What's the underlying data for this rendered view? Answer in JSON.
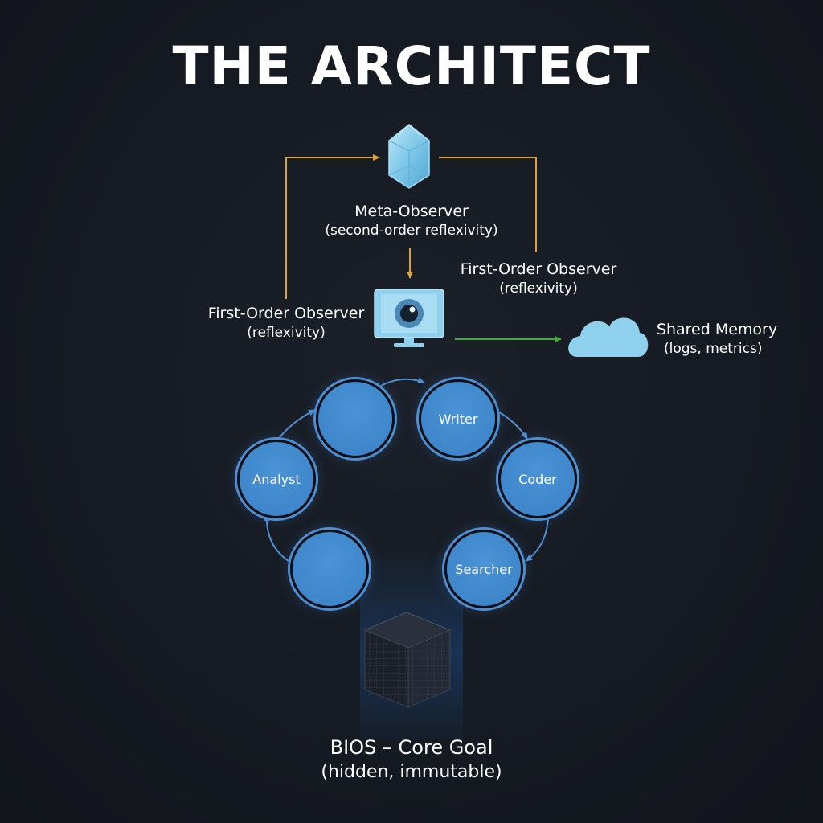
{
  "title": "THE ARCHITECT",
  "meta_observer": {
    "label": "Meta-Observer",
    "sub": "(second-order reflexivity)"
  },
  "first_order_right": {
    "label": "First-Order Observer",
    "sub": "(reflexivity)"
  },
  "first_order_left": {
    "label": "First-Order Observer",
    "sub": "(reflexivity)"
  },
  "shared_memory": {
    "label": "Shared Memory",
    "sub": "(logs, metrics)"
  },
  "agents": {
    "top_left": "",
    "writer": "Writer",
    "analyst": "Analyst",
    "coder": "Coder",
    "bottom_left": "",
    "searcher": "Searcher"
  },
  "bios": {
    "label": "BIOS – Core Goal",
    "sub": "(hidden, immutable)"
  },
  "icons": {
    "meta": "crystal-icon",
    "observer": "monitor-eye-icon",
    "memory": "cloud-icon",
    "bios": "cube-icon"
  },
  "colors": {
    "background": "#171b23",
    "feedback_arrow": "#d9a43a",
    "memory_arrow": "#3fae3f",
    "cycle_arrow": "#4f8fd1",
    "node_fill": "#4390d4",
    "crystal": "#7fc7e8",
    "cloud": "#8fd0ee"
  }
}
